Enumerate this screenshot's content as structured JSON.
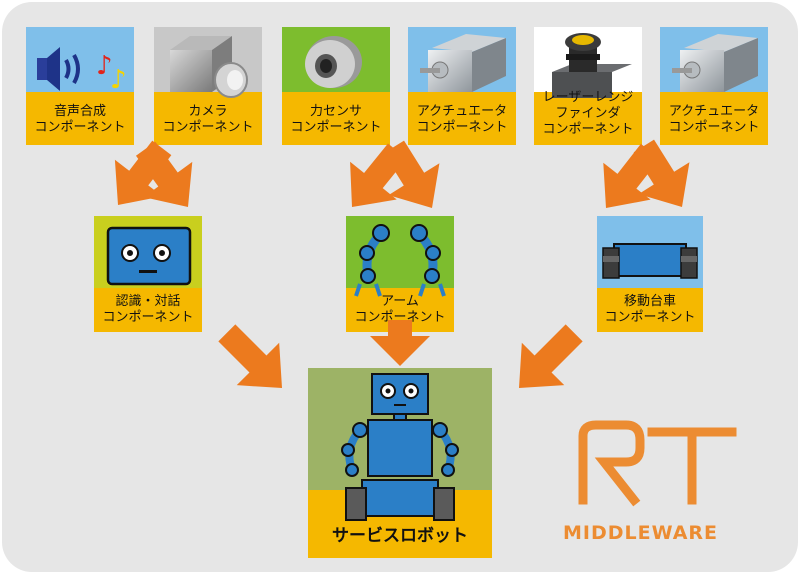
{
  "components": [
    {
      "id": "speech",
      "line1": "音声合成",
      "line2": "コンポーネント"
    },
    {
      "id": "camera",
      "line1": "カメラ",
      "line2": "コンポーネント"
    },
    {
      "id": "force",
      "line1": "力センサ",
      "line2": "コンポーネント"
    },
    {
      "id": "actuator1",
      "line1": "アクチュエータ",
      "line2": "コンポーネント"
    },
    {
      "id": "rangefinder",
      "line1": "レーザーレンジ",
      "line2": "ファインダ",
      "line3": "コンポーネント"
    },
    {
      "id": "actuator2",
      "line1": "アクチュエータ",
      "line2": "コンポーネント"
    }
  ],
  "middle": [
    {
      "id": "recognition",
      "line1": "認識・対話",
      "line2": "コンポーネント"
    },
    {
      "id": "arm",
      "line1": "アーム",
      "line2": "コンポーネント"
    },
    {
      "id": "mobile",
      "line1": "移動台車",
      "line2": "コンポーネント"
    }
  ],
  "result": {
    "label": "サービスロボット"
  },
  "logo": {
    "letters": "RT",
    "subtitle": "MIDDLEWARE"
  },
  "colors": {
    "background": "#e6e6e6",
    "arrow": "#ec7a1e",
    "label_bg": "#f5b800",
    "robot_blue": "#2b7fc7",
    "logo": "#ec8c32"
  }
}
